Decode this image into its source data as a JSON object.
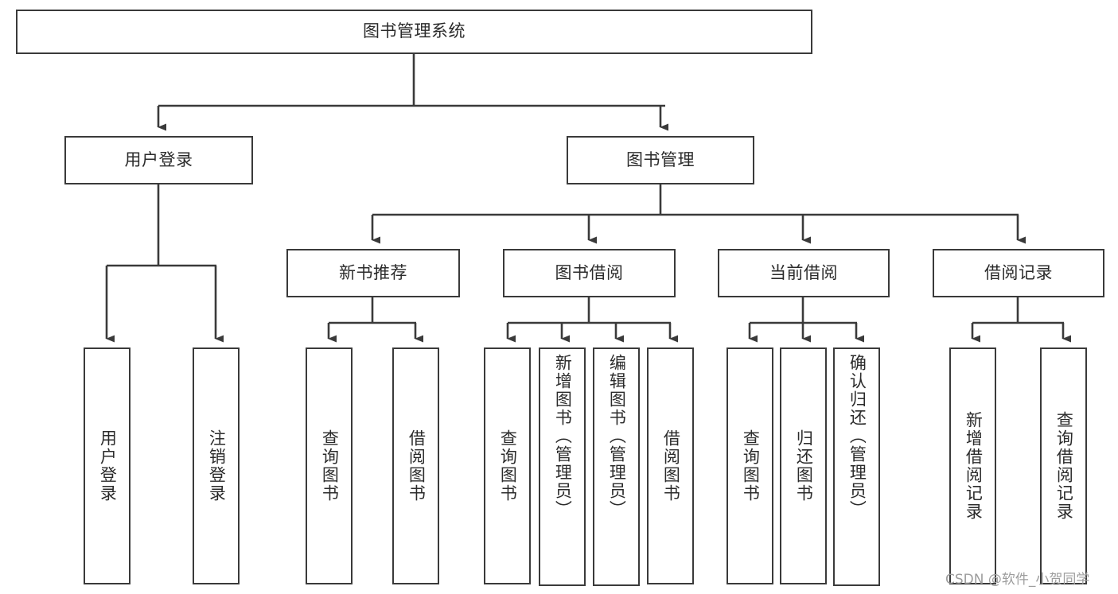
{
  "diagram": {
    "title": "图书管理系统",
    "type": "tree",
    "watermark": "CSDN @软件_小贺同学",
    "colors": {
      "box_border": "#3a3a3a",
      "box_fill": "#ffffff",
      "connector": "#3a3a3a",
      "text": "#2b2b2b",
      "watermark": "#9d9d9d"
    },
    "nodes": {
      "root": {
        "label": "图书管理系统",
        "level": 0
      },
      "user_login": {
        "label": "用户登录",
        "level": 1
      },
      "book_manage": {
        "label": "图书管理",
        "level": 1
      },
      "new_book_rec": {
        "label": "新书推荐",
        "level": 2
      },
      "book_borrow": {
        "label": "图书借阅",
        "level": 2
      },
      "current_borrow": {
        "label": "当前借阅",
        "level": 2
      },
      "borrow_record": {
        "label": "借阅记录",
        "level": 2
      },
      "leaf_user_login": {
        "label": "用户登录",
        "level": 3
      },
      "leaf_logout": {
        "label": "注销登录",
        "level": 3
      },
      "leaf_query_book_1": {
        "label": "查询图书",
        "level": 3
      },
      "leaf_borrow_book_1": {
        "label": "借阅图书",
        "level": 3
      },
      "leaf_query_book_2": {
        "label": "查询图书",
        "level": 3
      },
      "leaf_add_book": {
        "label": "新增图书（管理员）",
        "level": 3
      },
      "leaf_edit_book": {
        "label": "编辑图书（管理员）",
        "level": 3
      },
      "leaf_borrow_book_2": {
        "label": "借阅图书",
        "level": 3
      },
      "leaf_query_book_3": {
        "label": "查询图书",
        "level": 3
      },
      "leaf_return_book": {
        "label": "归还图书",
        "level": 3
      },
      "leaf_confirm_return": {
        "label": "确认归还（管理员）",
        "level": 3
      },
      "leaf_add_record": {
        "label": "新增借阅记录",
        "level": 3
      },
      "leaf_query_record": {
        "label": "查询借阅记录",
        "level": 3
      }
    },
    "edges": [
      {
        "from": "root",
        "to": "user_login"
      },
      {
        "from": "root",
        "to": "book_manage"
      },
      {
        "from": "user_login",
        "to": "leaf_user_login"
      },
      {
        "from": "user_login",
        "to": "leaf_logout"
      },
      {
        "from": "book_manage",
        "to": "new_book_rec"
      },
      {
        "from": "book_manage",
        "to": "book_borrow"
      },
      {
        "from": "book_manage",
        "to": "current_borrow"
      },
      {
        "from": "book_manage",
        "to": "borrow_record"
      },
      {
        "from": "new_book_rec",
        "to": "leaf_query_book_1"
      },
      {
        "from": "new_book_rec",
        "to": "leaf_borrow_book_1"
      },
      {
        "from": "book_borrow",
        "to": "leaf_query_book_2"
      },
      {
        "from": "book_borrow",
        "to": "leaf_add_book"
      },
      {
        "from": "book_borrow",
        "to": "leaf_edit_book"
      },
      {
        "from": "book_borrow",
        "to": "leaf_borrow_book_2"
      },
      {
        "from": "current_borrow",
        "to": "leaf_query_book_3"
      },
      {
        "from": "current_borrow",
        "to": "leaf_return_book"
      },
      {
        "from": "current_borrow",
        "to": "leaf_confirm_return"
      },
      {
        "from": "borrow_record",
        "to": "leaf_add_record"
      },
      {
        "from": "borrow_record",
        "to": "leaf_query_record"
      }
    ]
  }
}
